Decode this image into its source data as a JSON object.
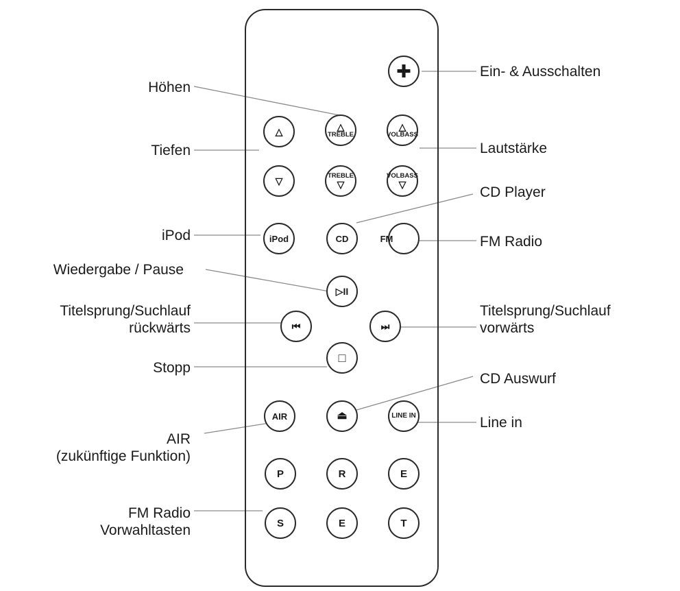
{
  "buttons": {
    "power": "✚",
    "up": "△",
    "treble_up_arrow": "△",
    "treble_up_text": "TREBLE",
    "volbass_up_arrow": "△",
    "volbass_up_text": "VOLBASS",
    "down": "▽",
    "treble_down_text": "TREBLE",
    "treble_down_arrow": "▽",
    "volbass_down_text": "VOLBASS",
    "volbass_down_arrow": "▽",
    "ipod": "iPod",
    "cd": "CD",
    "fm": "FM",
    "play_pause": "▷II",
    "prev": "⏮",
    "next": "⏭",
    "stop": "□",
    "air": "AIR",
    "eject": "⏏",
    "line_in": "LINE IN",
    "p": "P",
    "r": "R",
    "e1": "E",
    "s": "S",
    "e2": "E",
    "t": "T"
  },
  "labels": {
    "hoehen": "Höhen",
    "tiefen": "Tiefen",
    "ipod": "iPod",
    "wiedergabe": "Wiedergabe / Pause",
    "titel_rueck_1": "Titelsprung/Suchlauf",
    "titel_rueck_2": "rückwärts",
    "stopp": "Stopp",
    "air_1": "AIR",
    "air_2": "(zukünftige Funktion)",
    "fm_presets_1": "FM Radio",
    "fm_presets_2": "Vorwahltasten",
    "power": "Ein- & Ausschalten",
    "lautstaerke": "Lautstärke",
    "cd_player": "CD Player",
    "fm_radio": "FM Radio",
    "titel_vor_1": "Titelsprung/Suchlauf",
    "titel_vor_2": "vorwärts",
    "cd_auswurf": "CD Auswurf",
    "line_in": "Line in"
  }
}
